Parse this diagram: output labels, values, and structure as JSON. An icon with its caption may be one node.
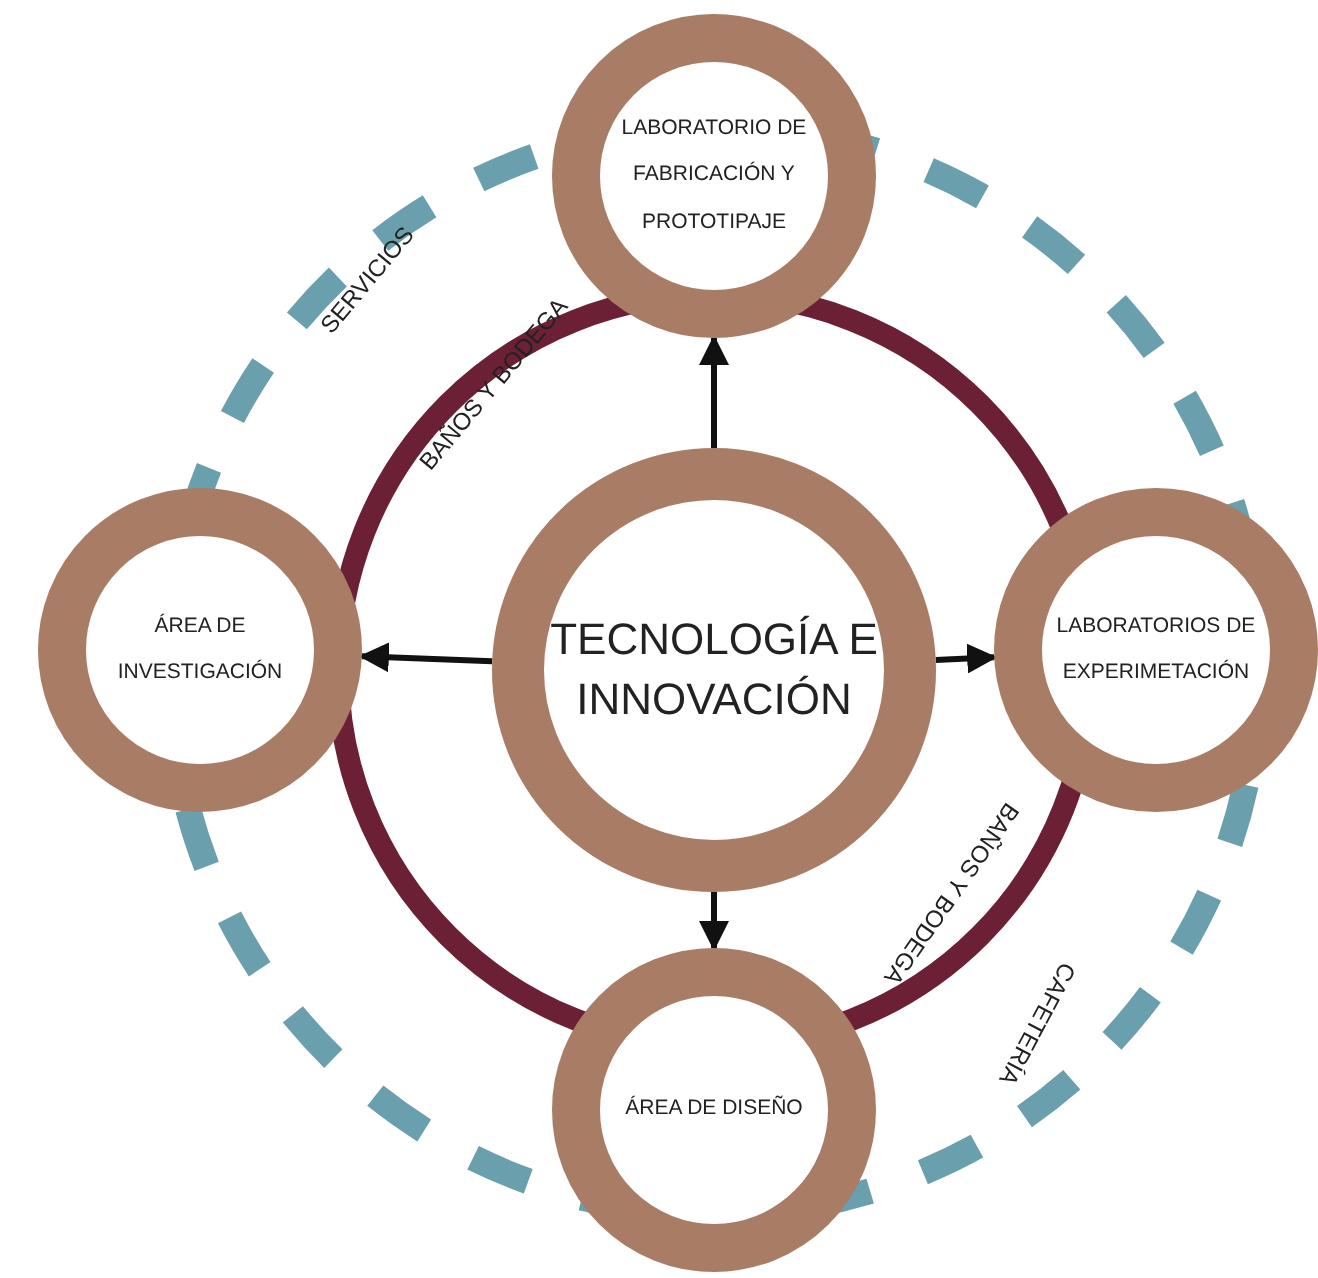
{
  "diagram": {
    "nodes": [
      {
        "text": [
          "TECNOLOGÍA E INNOVACIÓN"
        ]
      },
      {
        "text": [
          "LABORATORIO DE FABRICACIÓN Y PROTOTIPAJE"
        ]
      },
      {
        "text": [
          "ÁREA DE INVESTIGACIÓN"
        ]
      },
      {
        "text": [
          "LABORATORIOS DE EXPERIMETACIÓN"
        ]
      },
      {
        "text": [
          "ÁREA DE DISEÑO"
        ]
      }
    ],
    "edges": [
      {
        "from": 0,
        "to": 1,
        "arrow": "to"
      },
      {
        "from": 0,
        "to": 2,
        "arrow": "to"
      },
      {
        "from": 0,
        "to": 3,
        "arrow": "to"
      },
      {
        "from": 0,
        "to": 4,
        "arrow": "to"
      }
    ],
    "labels": [
      "SERVICIOS",
      "BAÑOS Y BODEGA",
      "BAÑOS Y BODEGA",
      "CAFETERÍA"
    ]
  }
}
